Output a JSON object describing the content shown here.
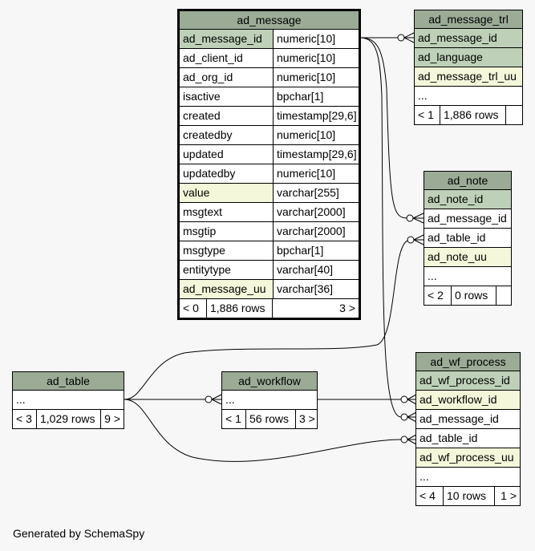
{
  "tables": {
    "ad_message": {
      "name": "ad_message",
      "columns": [
        {
          "name": "ad_message_id",
          "type": "numeric[10]",
          "kind": "pk"
        },
        {
          "name": "ad_client_id",
          "type": "numeric[10]",
          "kind": ""
        },
        {
          "name": "ad_org_id",
          "type": "numeric[10]",
          "kind": ""
        },
        {
          "name": "isactive",
          "type": "bpchar[1]",
          "kind": ""
        },
        {
          "name": "created",
          "type": "timestamp[29,6]",
          "kind": ""
        },
        {
          "name": "createdby",
          "type": "numeric[10]",
          "kind": ""
        },
        {
          "name": "updated",
          "type": "timestamp[29,6]",
          "kind": ""
        },
        {
          "name": "updatedby",
          "type": "numeric[10]",
          "kind": ""
        },
        {
          "name": "value",
          "type": "varchar[255]",
          "kind": "uq"
        },
        {
          "name": "msgtext",
          "type": "varchar[2000]",
          "kind": ""
        },
        {
          "name": "msgtip",
          "type": "varchar[2000]",
          "kind": ""
        },
        {
          "name": "msgtype",
          "type": "bpchar[1]",
          "kind": ""
        },
        {
          "name": "entitytype",
          "type": "varchar[40]",
          "kind": ""
        },
        {
          "name": "ad_message_uu",
          "type": "varchar[36]",
          "kind": "uq"
        }
      ],
      "footer": {
        "parents": "< 0",
        "rows": "1,886 rows",
        "children": "3 >"
      }
    },
    "ad_message_trl": {
      "name": "ad_message_trl",
      "columns": [
        {
          "name": "ad_message_id",
          "kind": "pk"
        },
        {
          "name": "ad_language",
          "kind": "pk"
        },
        {
          "name": "ad_message_trl_uu",
          "kind": "uq"
        },
        {
          "name": "...",
          "kind": ""
        }
      ],
      "footer": {
        "parents": "< 1",
        "rows": "1,886 rows",
        "children": ""
      }
    },
    "ad_note": {
      "name": "ad_note",
      "columns": [
        {
          "name": "ad_note_id",
          "kind": "pk"
        },
        {
          "name": "ad_message_id",
          "kind": ""
        },
        {
          "name": "ad_table_id",
          "kind": ""
        },
        {
          "name": "ad_note_uu",
          "kind": "uq"
        },
        {
          "name": "...",
          "kind": ""
        }
      ],
      "footer": {
        "parents": "< 2",
        "rows": "0 rows",
        "children": ""
      }
    },
    "ad_table": {
      "name": "ad_table",
      "columns": [
        {
          "name": "...",
          "kind": ""
        }
      ],
      "footer": {
        "parents": "< 3",
        "rows": "1,029 rows",
        "children": "9 >"
      }
    },
    "ad_workflow": {
      "name": "ad_workflow",
      "columns": [
        {
          "name": "...",
          "kind": ""
        }
      ],
      "footer": {
        "parents": "< 1",
        "rows": "56 rows",
        "children": "3 >"
      }
    },
    "ad_wf_process": {
      "name": "ad_wf_process",
      "columns": [
        {
          "name": "ad_wf_process_id",
          "kind": "pk"
        },
        {
          "name": "ad_workflow_id",
          "kind": "uq"
        },
        {
          "name": "ad_message_id",
          "kind": ""
        },
        {
          "name": "ad_table_id",
          "kind": ""
        },
        {
          "name": "ad_wf_process_uu",
          "kind": "uq"
        },
        {
          "name": "...",
          "kind": ""
        }
      ],
      "footer": {
        "parents": "< 4",
        "rows": "10 rows",
        "children": "1 >"
      }
    }
  },
  "generated_by": "Generated by SchemaSpy"
}
